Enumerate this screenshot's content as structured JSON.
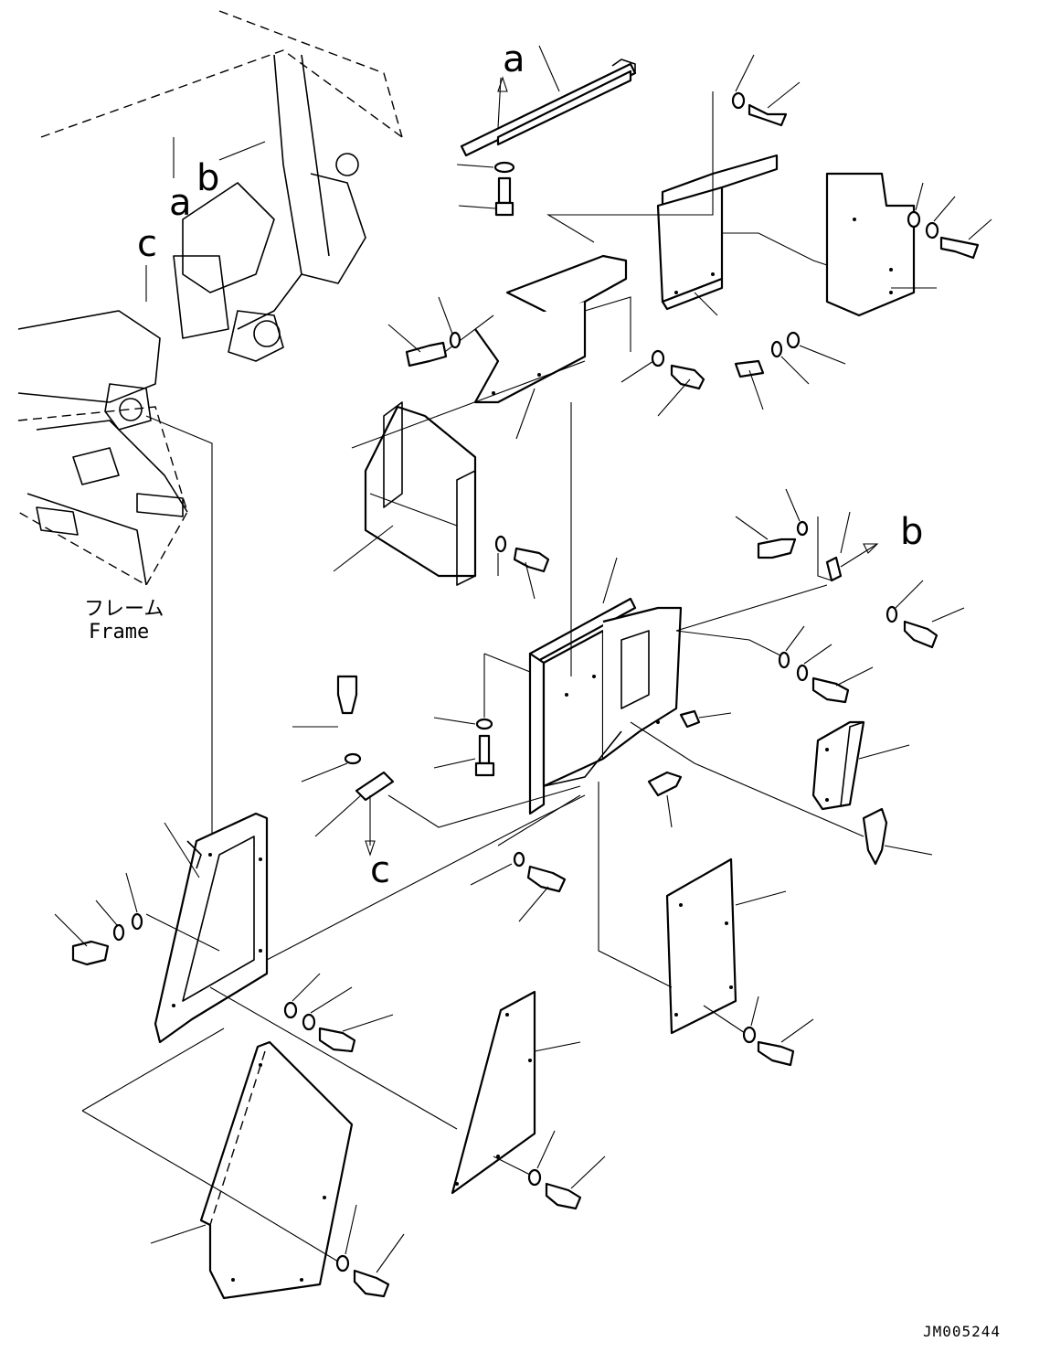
{
  "labels": {
    "ref_a": "a",
    "ref_b": "b",
    "ref_c": "c",
    "frame_jp": "フレーム",
    "frame_en": "Frame",
    "drawing_code": "JM005244"
  }
}
